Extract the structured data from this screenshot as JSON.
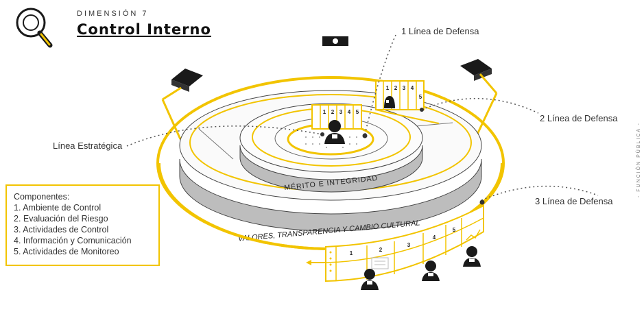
{
  "header": {
    "subtitle": "DIMENSIÓN 7",
    "title": "Control Interno"
  },
  "labels": {
    "linea_1": "1 Línea de Defensa",
    "linea_2": "2 Línea de Defensa",
    "linea_3": "3 Línea de Defensa",
    "linea_estrategica": "Línea Estratégica"
  },
  "ring_texts": {
    "merito": "MÉRITO   E   INTEGRIDAD",
    "valores": "VALORES, TRANSPARENCIA Y CAMBIO CULTURAL"
  },
  "panel_numbers": [
    "1",
    "2",
    "3",
    "4",
    "5"
  ],
  "components": {
    "heading": "Componentes:",
    "items": [
      "1. Ambiente de Control",
      "2. Evaluación del Riesgo",
      "3. Actividades de Control",
      "4. Información y Comunicación",
      "5. Actividades de Monitoreo"
    ]
  },
  "side_text": "- FUNCIÓN PÚBLICA -",
  "colors": {
    "accent": "#f2c400",
    "ring_gray": "#bdbdbd",
    "ink": "#1a1a1a"
  }
}
